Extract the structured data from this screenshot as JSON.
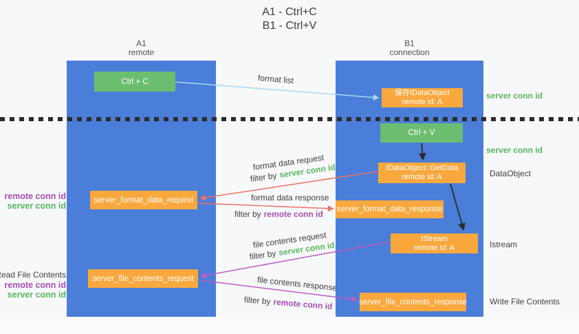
{
  "title": {
    "line1": "A1 - Ctrl+C",
    "line2": "B1 - Ctrl+V"
  },
  "lanes": {
    "left": {
      "name": "A1",
      "role": "remote"
    },
    "right": {
      "name": "B1",
      "role": "connection"
    }
  },
  "nodes": {
    "ctrl_c": "Ctrl + C",
    "ctrl_v": "Ctrl + V",
    "save_idataobject": {
      "line1": "保存IDataObject",
      "line2": "remote id: A"
    },
    "getdata": {
      "line1": "IDataObject::GetData",
      "line2": "remote id: A"
    },
    "istream": {
      "line1": "IStream",
      "line2": "remote id: A"
    },
    "server_format_data_request": "server_format_data_request",
    "server_format_data_response": "server_format_data_response",
    "server_file_contents_request": "server_file_contents_request",
    "server_file_contents_response": "server_file_contents_response"
  },
  "labels": {
    "format_list": "format list",
    "server_conn_id": "server conn id",
    "remote_conn_id": "remote conn id",
    "filter_by": "filter by",
    "format_data_request": "format data request",
    "format_data_response": "format data response",
    "file_contents_request": "file contents request",
    "file_contents_response": "file contents response",
    "dataobject": "DataObject",
    "istream": "Istream",
    "read_file_contents": "Read File Contents",
    "write_file_contents": "Write File Contents"
  },
  "colors": {
    "lane_blue": "#4a7ed8",
    "node_orange": "#f9a83e",
    "node_green": "#6cbd70",
    "green_text": "#57b75c",
    "purple_text": "#a84fb0",
    "arrow_lightblue": "#a8d6f2",
    "arrow_salmon": "#ed7265",
    "arrow_magenta": "#bd5cc4",
    "arrow_black": "#2b2b2b"
  }
}
